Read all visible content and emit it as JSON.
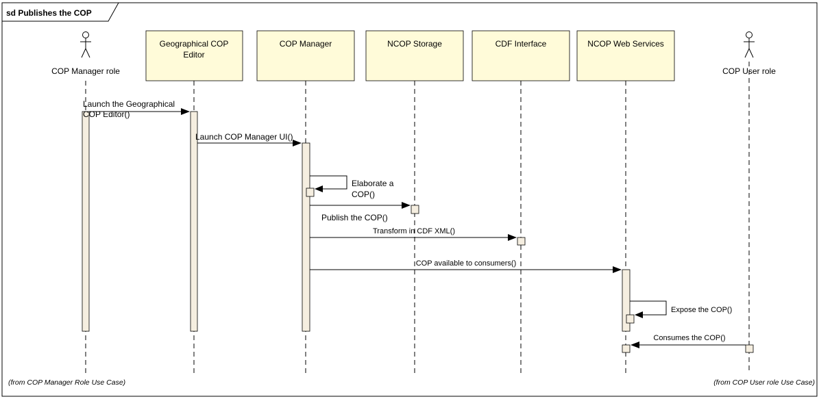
{
  "frame": {
    "title": "sd Publishes the COP"
  },
  "participants": [
    {
      "id": "p0",
      "label": "COP Manager role",
      "kind": "actor"
    },
    {
      "id": "p1",
      "label_lines": [
        "Geographical COP",
        "Editor"
      ],
      "kind": "box"
    },
    {
      "id": "p2",
      "label": "COP Manager",
      "kind": "box"
    },
    {
      "id": "p3",
      "label": "NCOP Storage",
      "kind": "box"
    },
    {
      "id": "p4",
      "label": "CDF Interface",
      "kind": "box"
    },
    {
      "id": "p5",
      "label": "NCOP Web Services",
      "kind": "box"
    },
    {
      "id": "p6",
      "label": "COP User role",
      "kind": "actor"
    }
  ],
  "messages": [
    {
      "from": "p0",
      "to": "p1",
      "label_lines": [
        "Launch the Geographical",
        "COP Editor()"
      ]
    },
    {
      "from": "p1",
      "to": "p2",
      "label": "Launch COP Manager UI()"
    },
    {
      "from": "p2",
      "to": "p2",
      "label_lines": [
        "Elaborate a",
        "COP()"
      ],
      "self": true
    },
    {
      "from": "p2",
      "to": "p3",
      "label": "Publish the COP()"
    },
    {
      "from": "p2",
      "to": "p4",
      "label": "Transform in CDF XML()"
    },
    {
      "from": "p2",
      "to": "p5",
      "label": "COP available to consumers()"
    },
    {
      "from": "p5",
      "to": "p5",
      "label": "Expose the COP()",
      "self": true
    },
    {
      "from": "p6",
      "to": "p5",
      "label": "Consumes the COP()"
    }
  ],
  "notes": {
    "left": "(from COP Manager Role Use Case)",
    "right": "(from COP User role Use Case)"
  }
}
